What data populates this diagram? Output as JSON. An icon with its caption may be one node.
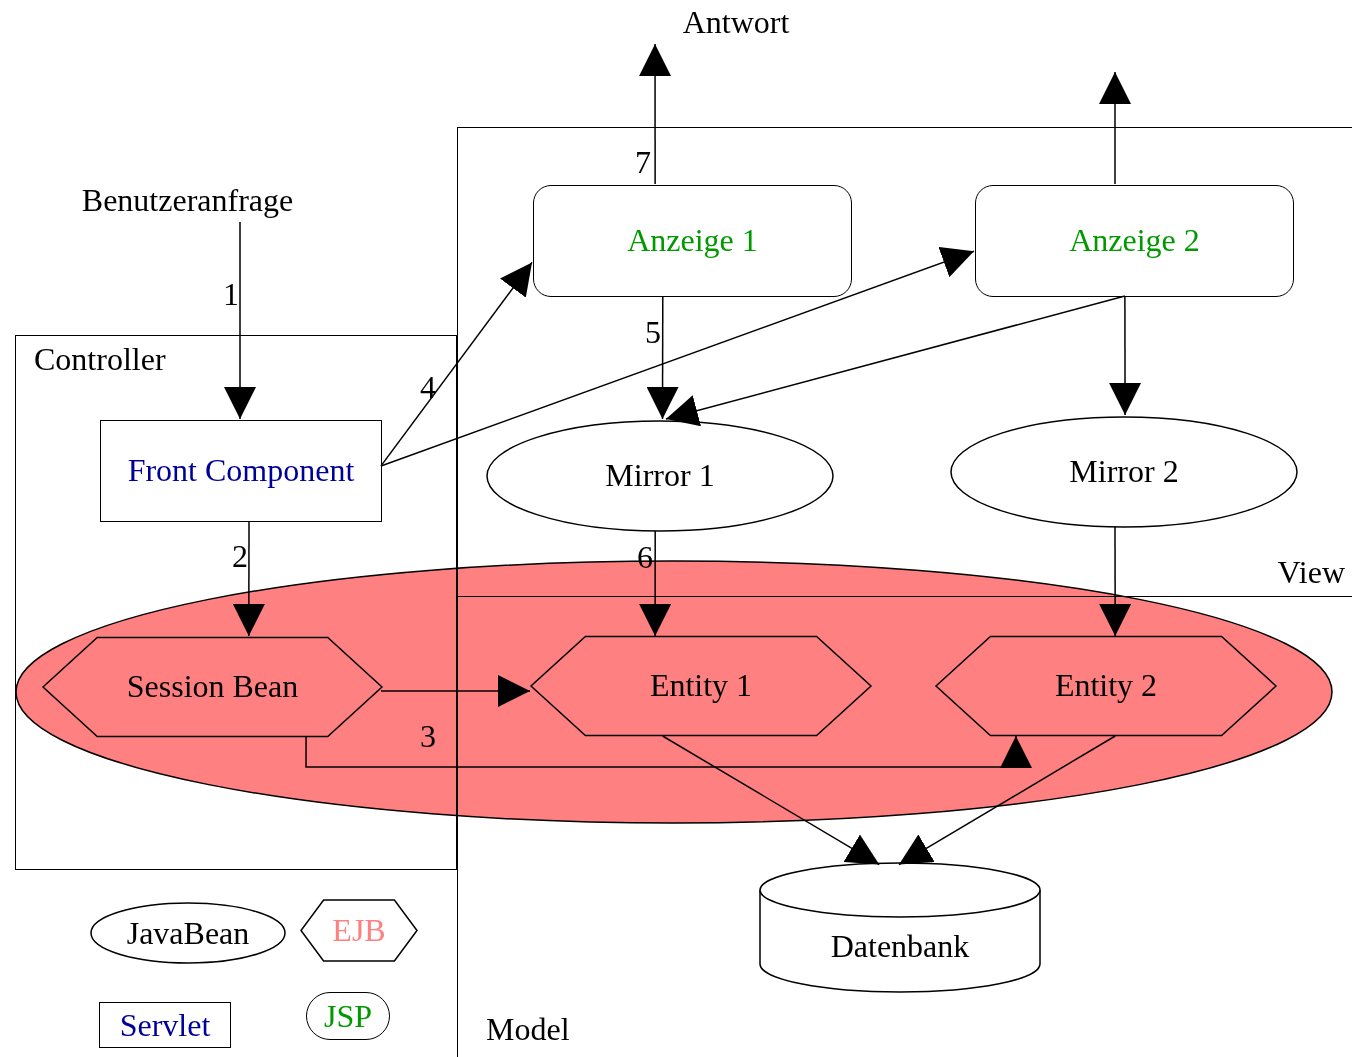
{
  "diagram": {
    "nodes": [
      {
        "text": [
          "Benutzeranfrage"
        ]
      },
      {
        "text": [
          "Controller"
        ]
      },
      {
        "text": [
          "Front Component"
        ],
        "in": 1
      },
      {
        "text": [
          "Session Bean"
        ],
        "in": 1
      },
      {
        "text": [
          "View"
        ]
      },
      {
        "text": [
          "Anzeige 1"
        ],
        "in": 4
      },
      {
        "text": [
          "Anzeige 2"
        ],
        "in": 4
      },
      {
        "text": [
          "Mirror 1"
        ],
        "in": 4
      },
      {
        "text": [
          "Mirror 2"
        ],
        "in": 4
      },
      {
        "text": [
          "Model"
        ]
      },
      {
        "text": [
          "Entity 1"
        ],
        "in": 9
      },
      {
        "text": [
          "Entity 2"
        ],
        "in": 9
      },
      {
        "text": [
          "Datenbank"
        ],
        "in": 9
      },
      {
        "text": [
          "Antwort"
        ]
      }
    ],
    "edges": [
      {
        "from": 0,
        "to": 2,
        "label": "1",
        "arrow": "to"
      },
      {
        "from": 2,
        "to": 3,
        "label": "2",
        "arrow": "to"
      },
      {
        "from": 3,
        "to": 10,
        "arrow": "to"
      },
      {
        "from": 3,
        "to": 11,
        "label": "3",
        "arrow": "to"
      },
      {
        "from": 2,
        "to": 5,
        "label": "4",
        "arrow": "to"
      },
      {
        "from": 2,
        "to": 6,
        "arrow": "to"
      },
      {
        "from": 5,
        "to": 7,
        "label": "5",
        "arrow": "to"
      },
      {
        "from": 6,
        "to": 7,
        "arrow": "to"
      },
      {
        "from": 6,
        "to": 8,
        "arrow": "to"
      },
      {
        "from": 7,
        "to": 10,
        "label": "6",
        "arrow": "to"
      },
      {
        "from": 8,
        "to": 11,
        "arrow": "to"
      },
      {
        "from": 10,
        "to": 12,
        "arrow": "to"
      },
      {
        "from": 11,
        "to": 12,
        "arrow": "to"
      },
      {
        "from": 5,
        "to": 13,
        "label": "7",
        "arrow": "to"
      },
      {
        "from": 6,
        "to": null,
        "arrow": "to"
      }
    ],
    "legend": [
      {
        "text": "JavaBean"
      },
      {
        "text": "EJB"
      },
      {
        "text": "Servlet"
      },
      {
        "text": "JSP"
      }
    ]
  }
}
